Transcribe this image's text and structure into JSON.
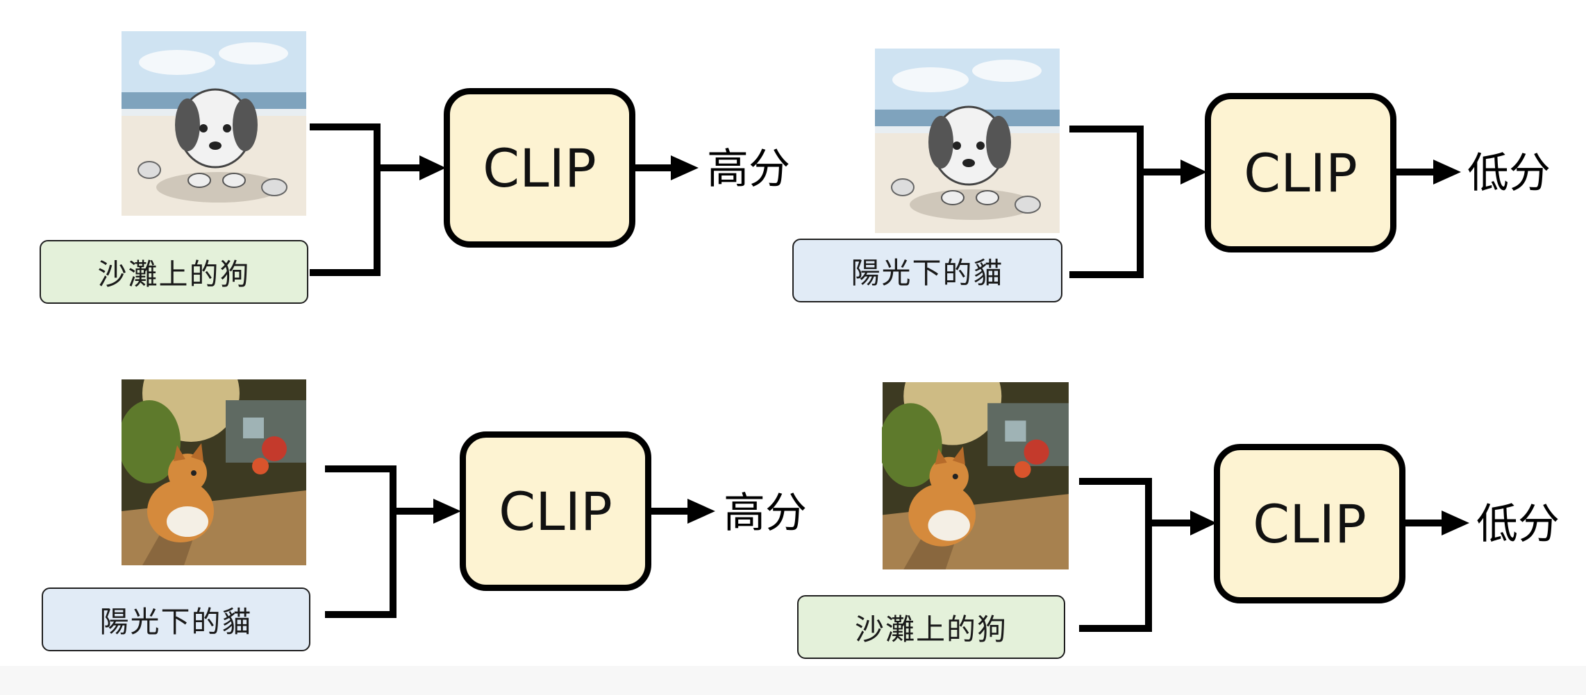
{
  "panels": [
    {
      "image": "beach-dog",
      "caption": "沙灘上的狗",
      "caption_color": "#e4f1da",
      "model": "CLIP",
      "score": "高分"
    },
    {
      "image": "beach-dog",
      "caption": "陽光下的貓",
      "caption_color": "#e1ebf6",
      "model": "CLIP",
      "score": "低分"
    },
    {
      "image": "sunlit-cat",
      "caption": "陽光下的貓",
      "caption_color": "#e1ebf6",
      "model": "CLIP",
      "score": "高分"
    },
    {
      "image": "sunlit-cat",
      "caption": "沙灘上的狗",
      "caption_color": "#e4f1da",
      "model": "CLIP",
      "score": "低分"
    }
  ],
  "colors": {
    "clip_box_fill": "#fdf3d2",
    "connector": "#000000"
  }
}
